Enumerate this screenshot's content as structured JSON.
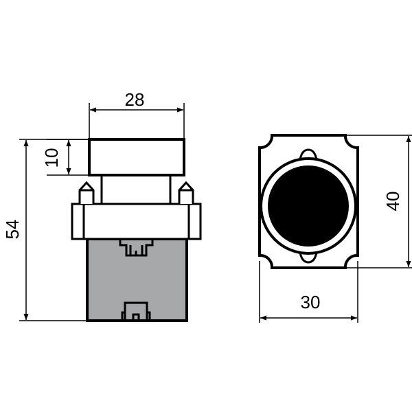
{
  "colors": {
    "line": "#000000",
    "body_fill": "#a7a8aa",
    "button_fill": "#000000",
    "background": "#ffffff"
  },
  "side_view": {
    "dimensions": {
      "cap_width": "28",
      "cap_height": "10",
      "total_height": "54"
    }
  },
  "front_view": {
    "dimensions": {
      "height": "40",
      "width": "30"
    }
  }
}
